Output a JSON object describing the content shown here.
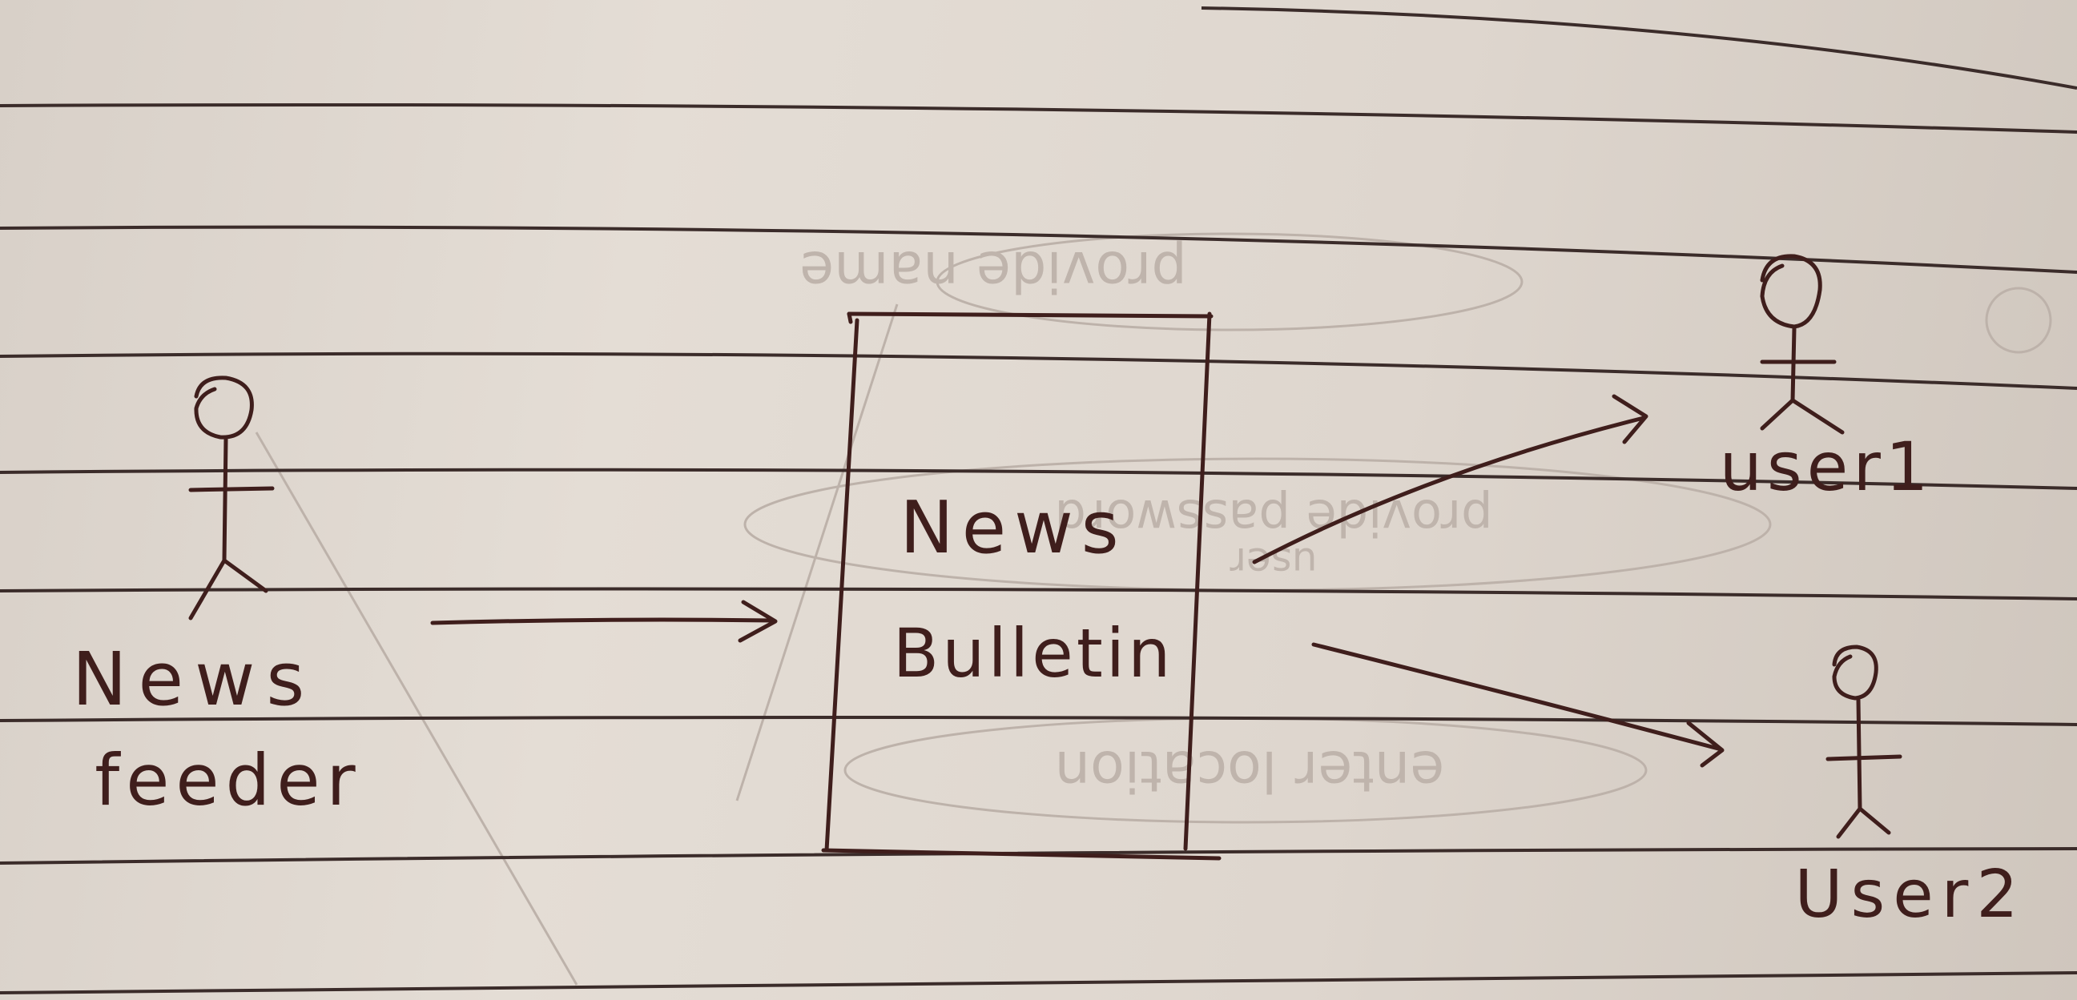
{
  "diagram": {
    "actors": [
      {
        "id": "feeder",
        "label_line1": "News",
        "label_line2": "feeder"
      },
      {
        "id": "user1",
        "label": "user1"
      },
      {
        "id": "user2",
        "label": "User2"
      }
    ],
    "box": {
      "label_line1": "News",
      "label_line2": "Bulletin"
    },
    "faint_show_through": [
      "provide name",
      "provide password",
      "user",
      "enter location"
    ]
  },
  "colors": {
    "paper": "#e4ddd5",
    "ink": "#3f1e1c",
    "rule": "#3b2c2a"
  }
}
